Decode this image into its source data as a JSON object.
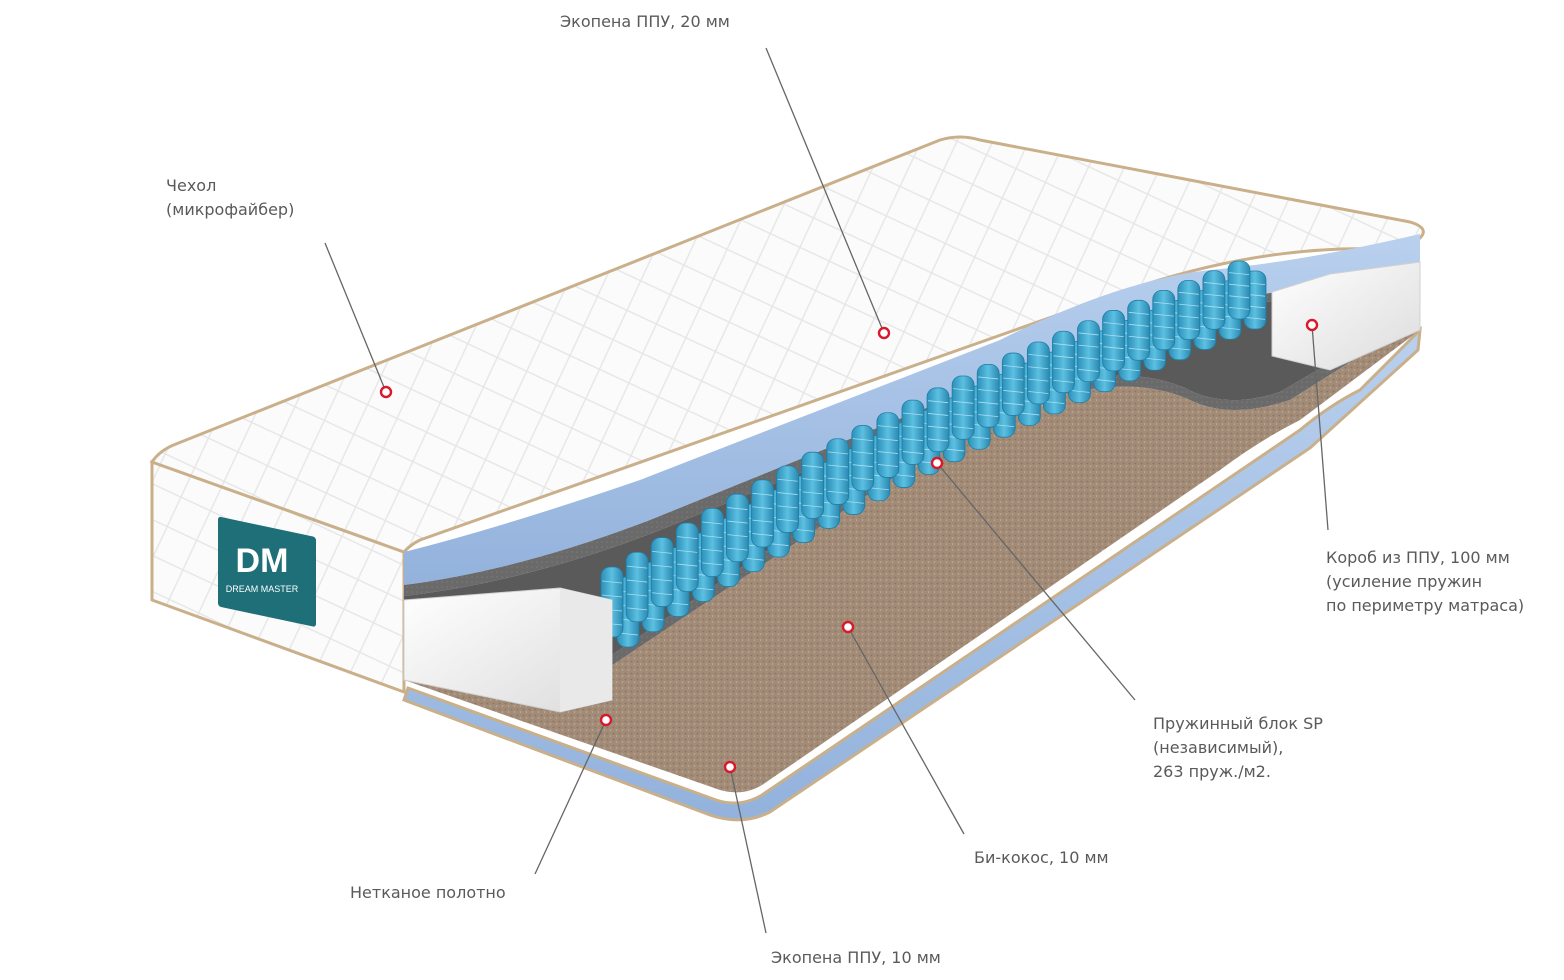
{
  "colors": {
    "foam": "#a9c4e6",
    "foam_dark": "#8eaed8",
    "felt": "#6b6b6b",
    "coir": "#a08a76",
    "springs": "#3aa3c9",
    "box": "#f0f0f0",
    "cover": "#fbfbfb",
    "piping": "#c9b08a",
    "logo": "#1e6f78",
    "marker": "#d7192b",
    "leader": "#555555"
  },
  "logo": {
    "mark": "DM",
    "text": "DREAM MASTER"
  },
  "labels": {
    "cover": [
      "Чехол",
      "(микрофайбер)"
    ],
    "top_foam": [
      "Экопена ППУ, 20 мм"
    ],
    "perimeter_box": [
      "Короб из ППУ, 100 мм",
      "(усиление пружин",
      "по периметру матраса)"
    ],
    "spring_block": [
      "Пружинный блок SP",
      "(независимый),",
      "263 пруж./м2."
    ],
    "coconut": [
      "Би-кокос, 10 мм"
    ],
    "nonwoven": [
      "Нетканое полотно"
    ],
    "bottom_foam": [
      "Экопена ППУ, 10 мм"
    ]
  }
}
